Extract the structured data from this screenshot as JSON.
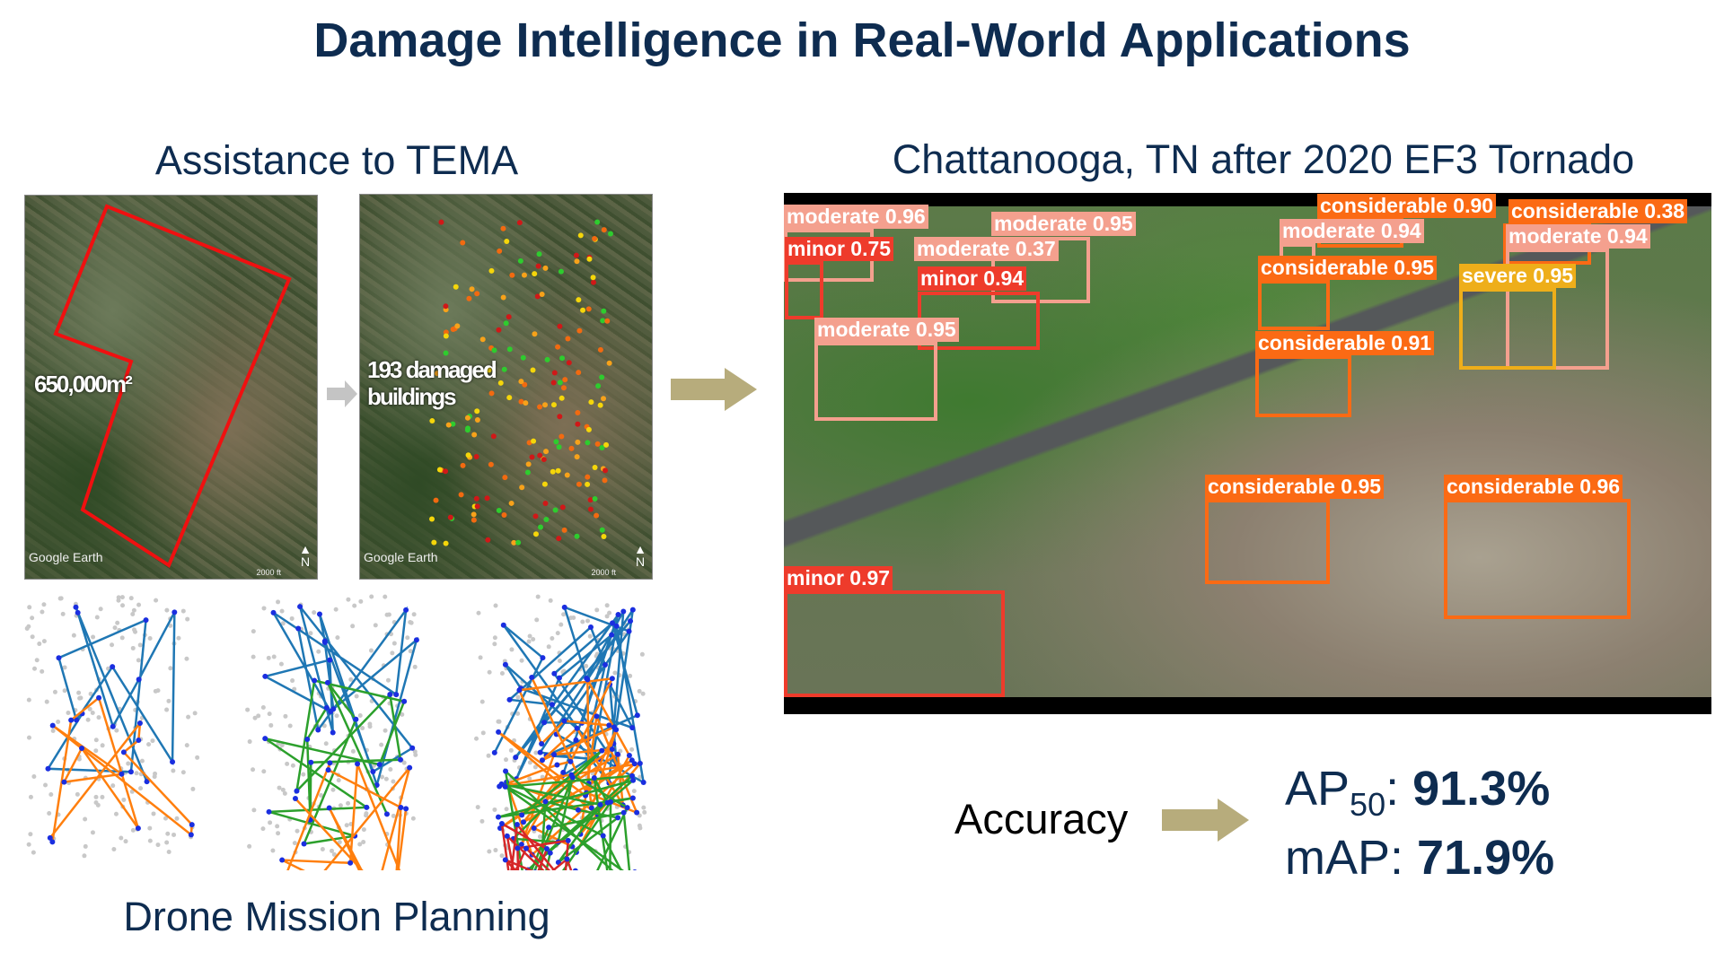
{
  "title": "Damage Intelligence in Real-World Applications",
  "left": {
    "heading": "Assistance to TEMA",
    "map1": {
      "area_label": "650,000m²",
      "watermark": "Google Earth",
      "scale": "2000 ft",
      "north": "N"
    },
    "map2": {
      "count_label_1": "193 damaged",
      "count_label_2": "buildings",
      "watermark": "Google Earth",
      "scale": "2000 ft",
      "north": "N"
    },
    "footer": "Drone Mission Planning"
  },
  "right": {
    "heading": "Chattanooga, TN after 2020 EF3 Tornado",
    "detections": [
      {
        "label": "moderate 0.96",
        "class": "moderate"
      },
      {
        "label": "moderate 0.37",
        "class": "moderate"
      },
      {
        "label": "minor 0.75",
        "class": "minor"
      },
      {
        "label": "moderate 0.95",
        "class": "moderate"
      },
      {
        "label": "minor 0.94",
        "class": "minor"
      },
      {
        "label": "moderate 0.95",
        "class": "moderate"
      },
      {
        "label": "considerable 0.90",
        "class": "considerable"
      },
      {
        "label": "moderate 0.94",
        "class": "moderate"
      },
      {
        "label": "considerable 0.38",
        "class": "considerable"
      },
      {
        "label": "moderate 0.94",
        "class": "moderate"
      },
      {
        "label": "considerable 0.95",
        "class": "considerable"
      },
      {
        "label": "severe 0.95",
        "class": "severe"
      },
      {
        "label": "considerable 0.91",
        "class": "considerable"
      },
      {
        "label": "considerable 0.95",
        "class": "considerable"
      },
      {
        "label": "considerable 0.96",
        "class": "considerable"
      },
      {
        "label": "minor 0.97",
        "class": "minor"
      }
    ],
    "class_colors": {
      "minor": "#ee3b2b",
      "moderate": "#f4a08e",
      "considerable": "#fb6a14",
      "severe": "#eeae1a"
    },
    "accuracy_label": "Accuracy",
    "ap50_prefix": "AP",
    "ap50_sub": "50",
    "ap50_value": "91.3%",
    "map_prefix": "mAP",
    "map_value": "71.9%"
  },
  "colors": {
    "title": "#0e2c50",
    "arrow": "#b7ac7c"
  }
}
